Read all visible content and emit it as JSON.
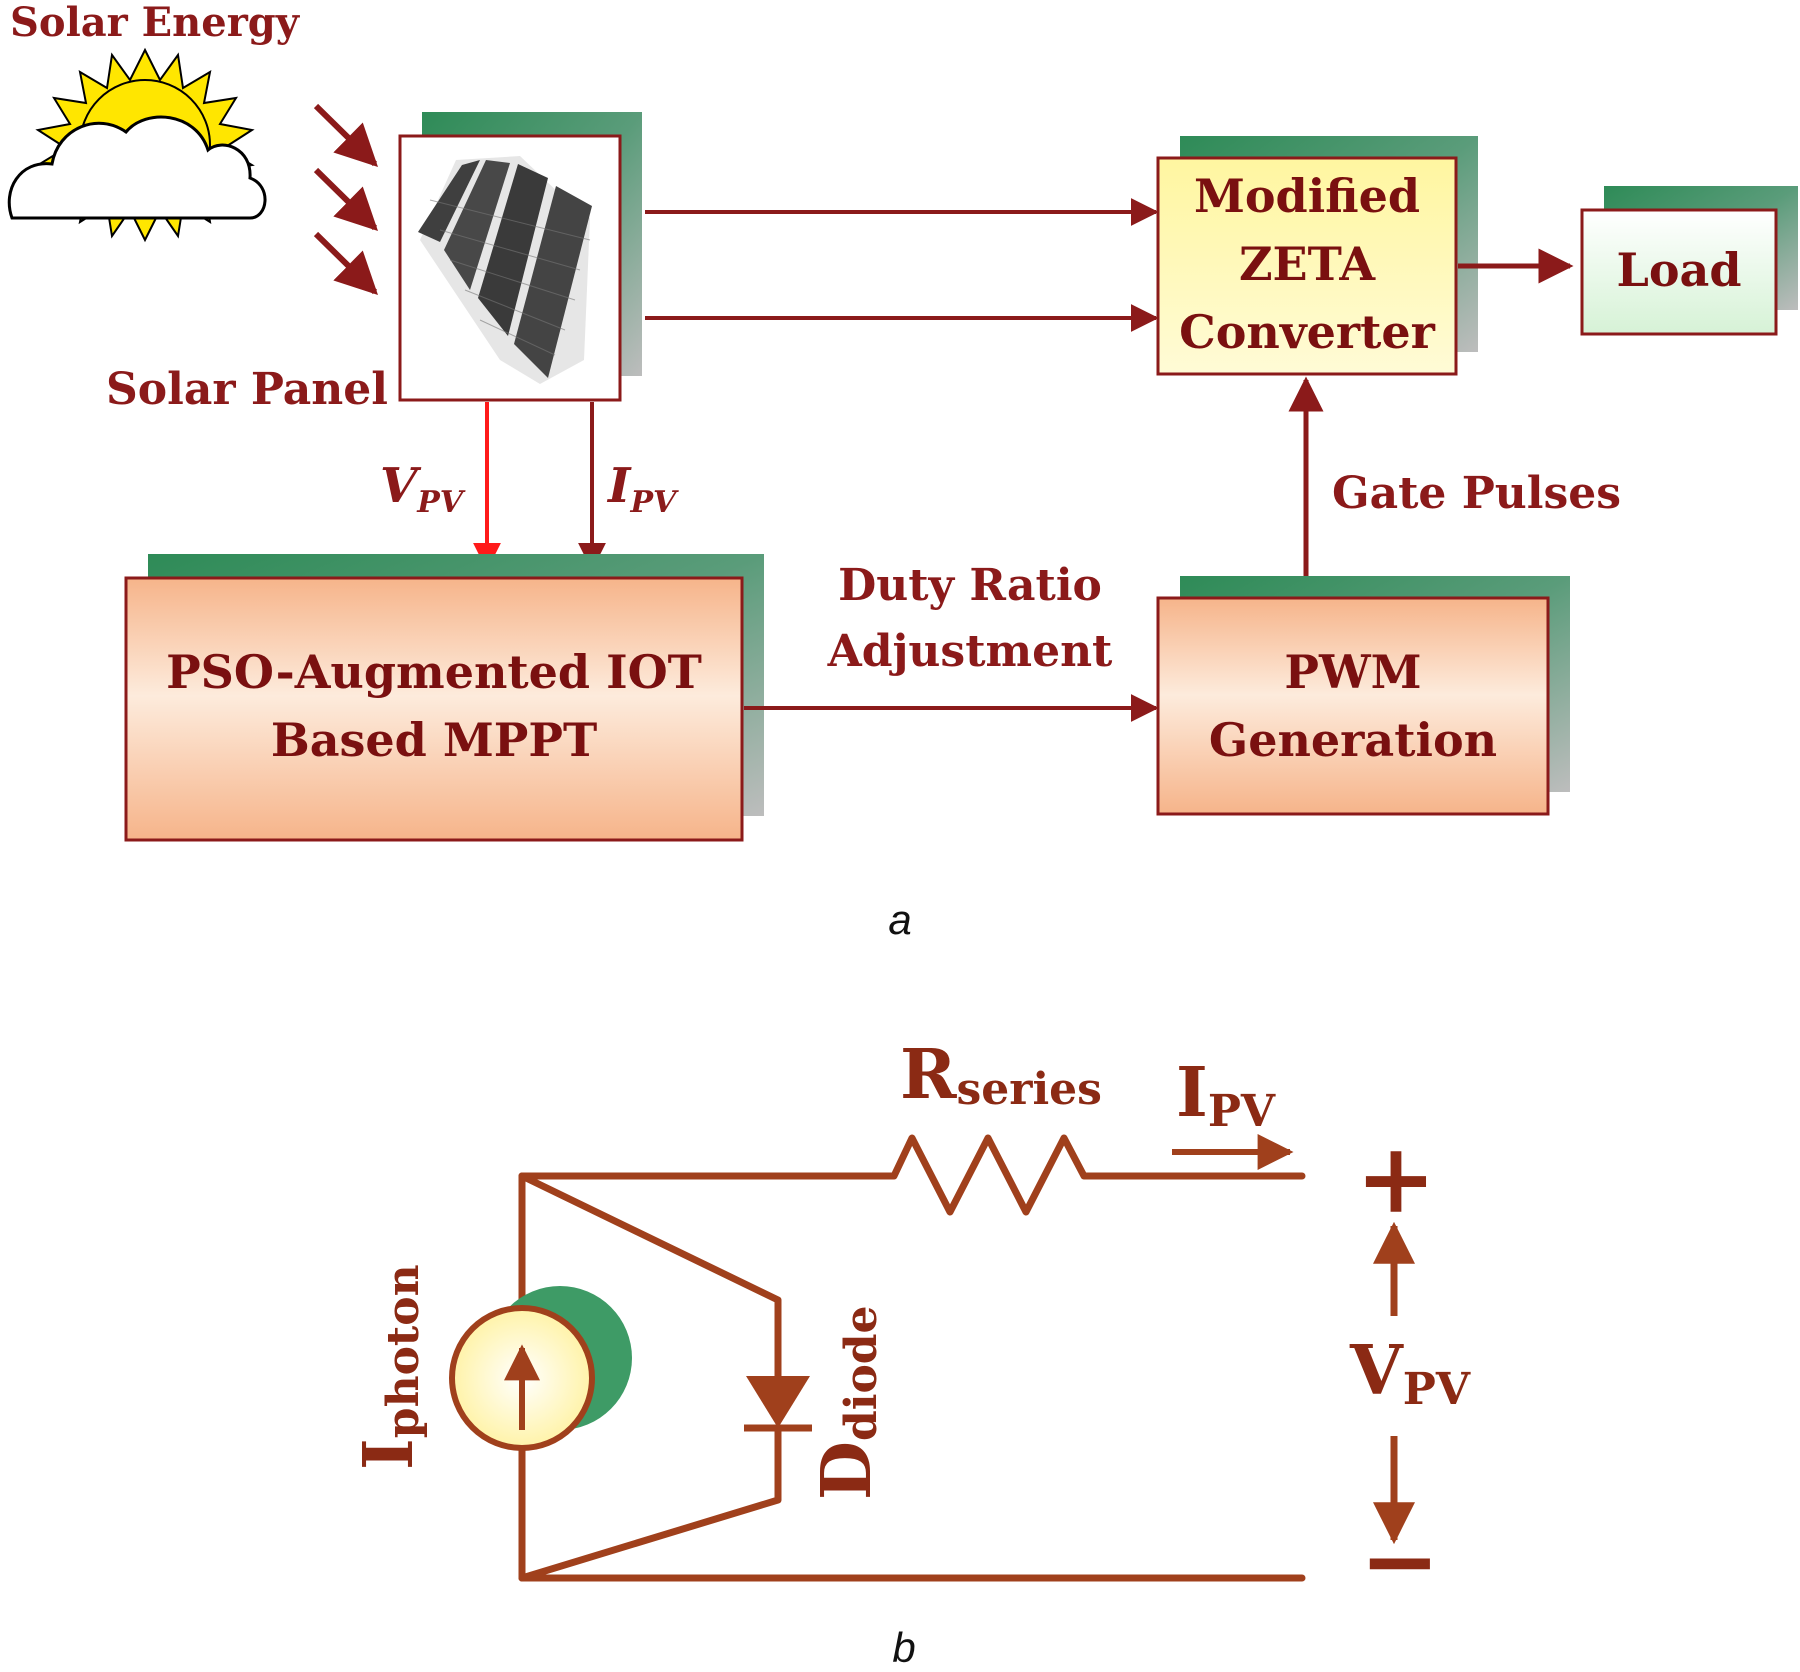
{
  "diagram_a": {
    "solar_energy": "Solar Energy",
    "solar_panel": "Solar Panel",
    "v_pv": "V",
    "v_pv_sub": "PV",
    "i_pv": "I",
    "i_pv_sub": "PV",
    "converter_line1": "Modified",
    "converter_line2": "ZETA",
    "converter_line3": "Converter",
    "load": "Load",
    "gate_pulses": "Gate Pulses",
    "duty_line1": "Duty Ratio",
    "duty_line2": "Adjustment",
    "mppt_line1": "PSO-Augmented IOT",
    "mppt_line2": "Based MPPT",
    "pwm_line1": "PWM",
    "pwm_line2": "Generation",
    "caption": "a"
  },
  "diagram_b": {
    "r_series": "R",
    "r_series_sub": "series",
    "i_pv": "I",
    "i_pv_sub": "PV",
    "plus": "+",
    "minus": "−",
    "v_pv": "V",
    "v_pv_sub": "PV",
    "i_photon": "I",
    "i_photon_sub": "photon",
    "d_diode": "D",
    "d_diode_sub": "diode",
    "caption": "b"
  },
  "colors": {
    "dark_red": "#8b1a1a",
    "bright_red": "#ff1a1a",
    "shadow_green": "#2e8b57",
    "converter_fill": "#fff8b0",
    "load_fill": "#dff5df",
    "orange_fill": "#f7b98a",
    "circuit_brown": "#a0401c"
  }
}
